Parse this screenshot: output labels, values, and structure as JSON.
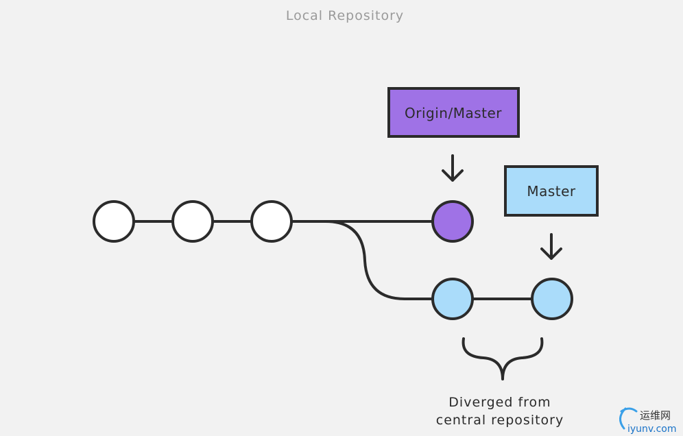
{
  "title": "Local Repository",
  "colors": {
    "background": "#f2f2f2",
    "stroke": "#2b2b2b",
    "commit_plain": "#ffffff",
    "origin_master": "#9f72e6",
    "local_master": "#aadcfa"
  },
  "branches": {
    "origin_master": {
      "label": "Origin/Master"
    },
    "master": {
      "label": "Master"
    }
  },
  "commits": {
    "shared": [
      "commit",
      "commit",
      "commit"
    ],
    "origin": [
      "commit"
    ],
    "local": [
      "commit",
      "commit"
    ]
  },
  "caption": {
    "line1": "Diverged from",
    "line2": "central repository"
  },
  "watermark": {
    "cn": "运维网",
    "en": "iyunv.com"
  }
}
